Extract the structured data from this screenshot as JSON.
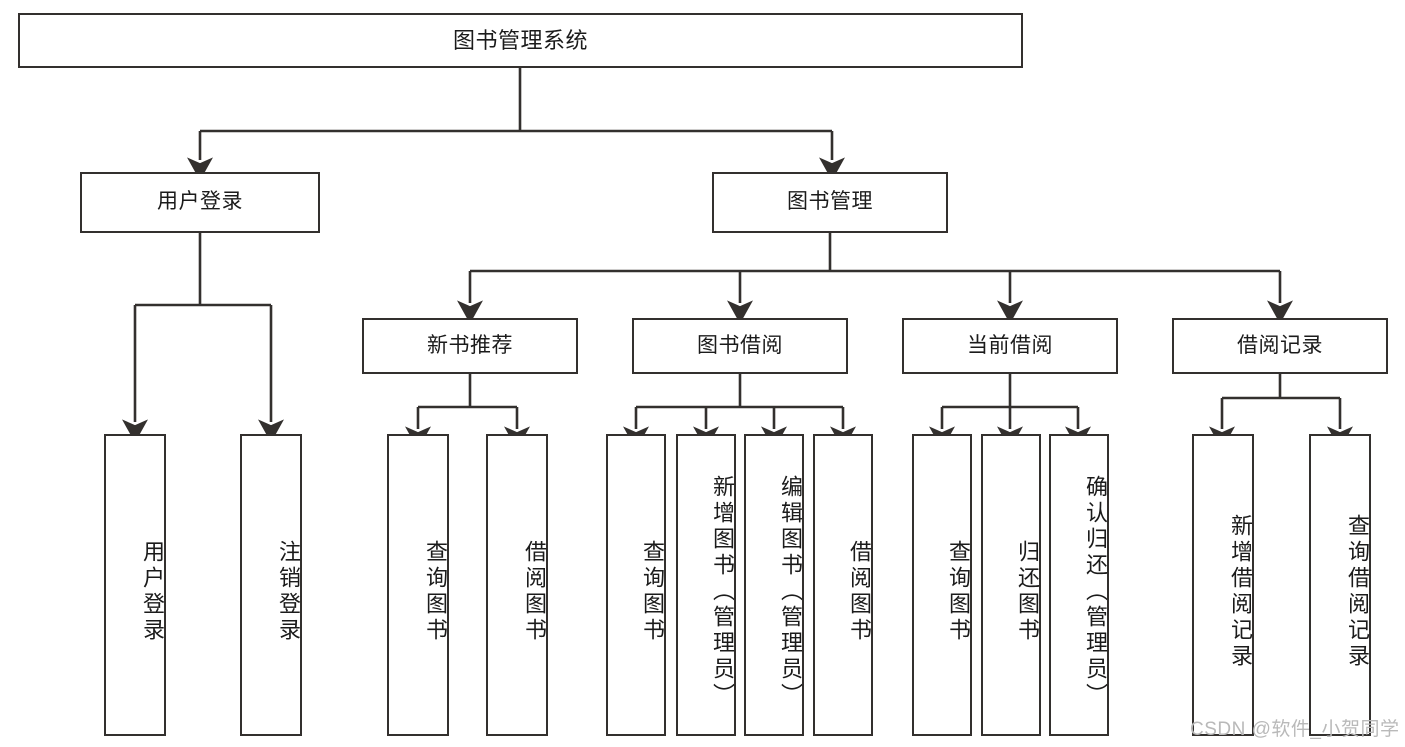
{
  "diagram": {
    "title": "图书管理系统",
    "type": "tree-hierarchy",
    "root": {
      "label": "图书管理系统"
    },
    "level2": [
      {
        "label": "用户登录"
      },
      {
        "label": "图书管理"
      }
    ],
    "level3": [
      {
        "label": "新书推荐"
      },
      {
        "label": "图书借阅"
      },
      {
        "label": "当前借阅"
      },
      {
        "label": "借阅记录"
      }
    ],
    "leaves": {
      "user_login": [
        {
          "label": "用户登录"
        },
        {
          "label": "注销登录"
        }
      ],
      "new_book_recommend": [
        {
          "label": "查询图书"
        },
        {
          "label": "借阅图书"
        }
      ],
      "book_borrow": [
        {
          "label": "查询图书"
        },
        {
          "label": "新增图书（管理员）"
        },
        {
          "label": "编辑图书（管理员）"
        },
        {
          "label": "借阅图书"
        }
      ],
      "current_borrow": [
        {
          "label": "查询图书"
        },
        {
          "label": "归还图书"
        },
        {
          "label": "确认归还（管理员）"
        }
      ],
      "borrow_records": [
        {
          "label": "新增借阅记录"
        },
        {
          "label": "查询借阅记录"
        }
      ]
    }
  },
  "watermark": {
    "text": "CSDN @软件_小贺同学"
  },
  "colors": {
    "stroke": "#33302e",
    "fill": "#ffffff",
    "text": "#1b1b1b",
    "watermark": "#b9b9b9"
  }
}
